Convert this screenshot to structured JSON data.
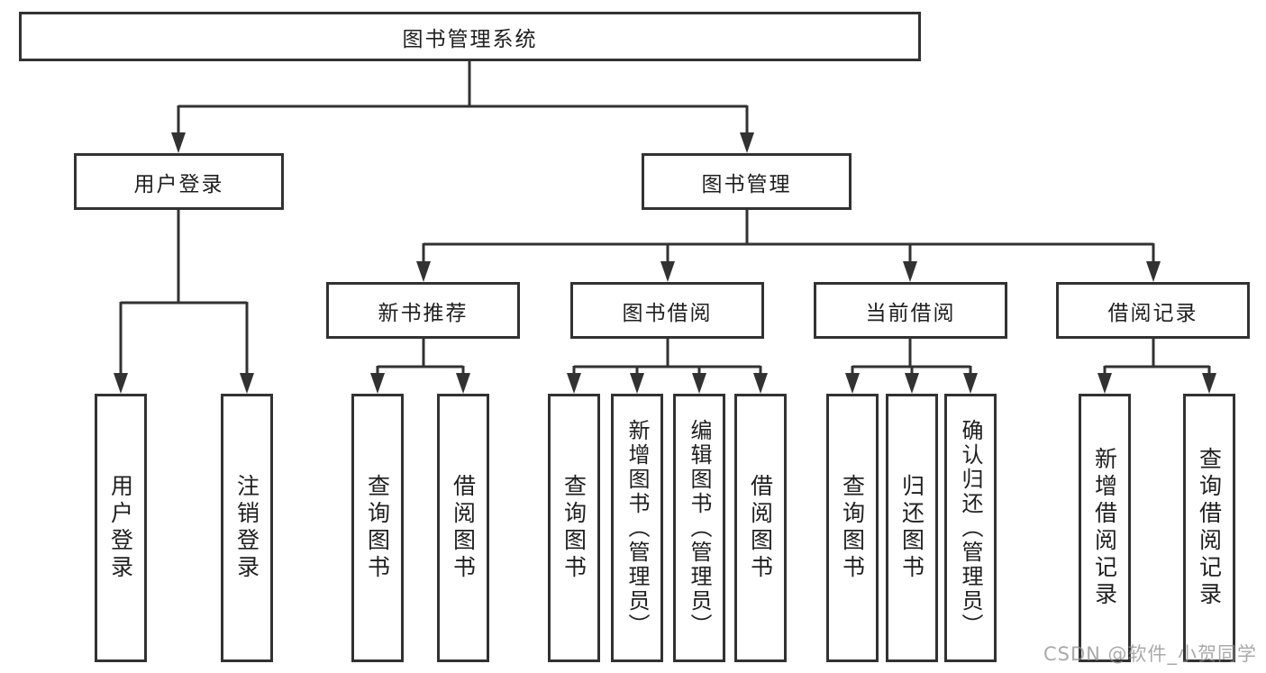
{
  "diagram": {
    "root": {
      "label": "图书管理系统",
      "children": [
        {
          "label": "用户登录",
          "children": [
            {
              "label": "用户登录"
            },
            {
              "label": "注销登录"
            }
          ]
        },
        {
          "label": "图书管理",
          "children": [
            {
              "label": "新书推荐",
              "children": [
                {
                  "label": "查询图书"
                },
                {
                  "label": "借阅图书"
                }
              ]
            },
            {
              "label": "图书借阅",
              "children": [
                {
                  "label": "查询图书"
                },
                {
                  "label": "新增图书（管理员）"
                },
                {
                  "label": "编辑图书（管理员）"
                },
                {
                  "label": "借阅图书"
                }
              ]
            },
            {
              "label": "当前借阅",
              "children": [
                {
                  "label": "查询图书"
                },
                {
                  "label": "归还图书"
                },
                {
                  "label": "确认归还（管理员）"
                }
              ]
            },
            {
              "label": "借阅记录",
              "children": [
                {
                  "label": "新增借阅记录"
                },
                {
                  "label": "查询借阅记录"
                }
              ]
            }
          ]
        }
      ]
    }
  },
  "watermark": {
    "text": "CSDN @软件_小贺同学"
  },
  "colors": {
    "line": "#323232",
    "border": "#323232",
    "text": "#1f1f1f",
    "watermark": "#8c8c8c",
    "background": "#ffffff"
  }
}
